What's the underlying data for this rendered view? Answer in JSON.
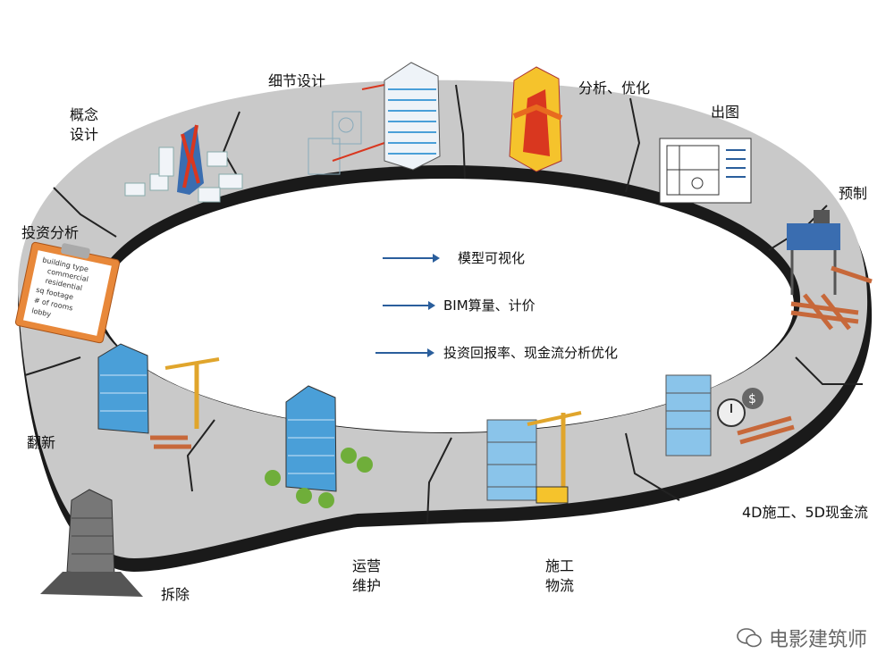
{
  "stages": {
    "concept_design": [
      "概念",
      "设计"
    ],
    "detail_design": "细节设计",
    "analysis_optimization": "分析、优化",
    "drawing_output": "出图",
    "prefabrication": "预制",
    "construction_cashflow": "4D施工、5D现金流",
    "construction_logistics": [
      "施工",
      "物流"
    ],
    "operation_maintenance": [
      "运营",
      "维护"
    ],
    "demolition": "拆除",
    "renovation": "翻新",
    "investment_analysis": "投资分析"
  },
  "center_items": [
    "模型可视化",
    "BIM算量、计价",
    "投资回报率、现金流分析优化"
  ],
  "clipboard_lines": [
    "building type",
    "commercial",
    "residential",
    "sq footage",
    "# of rooms",
    "lobby"
  ],
  "watermark": "电影建筑师",
  "colors": {
    "ring_top": "#c9c9c9",
    "ring_edge": "#1a1a1a",
    "arrow": "#2a5e9c",
    "building_blue": "#4a9fd8",
    "heat_red": "#d9371f",
    "heat_yellow": "#f5c32c",
    "clipboard": "#e8883a",
    "timber": "#c7683a"
  }
}
